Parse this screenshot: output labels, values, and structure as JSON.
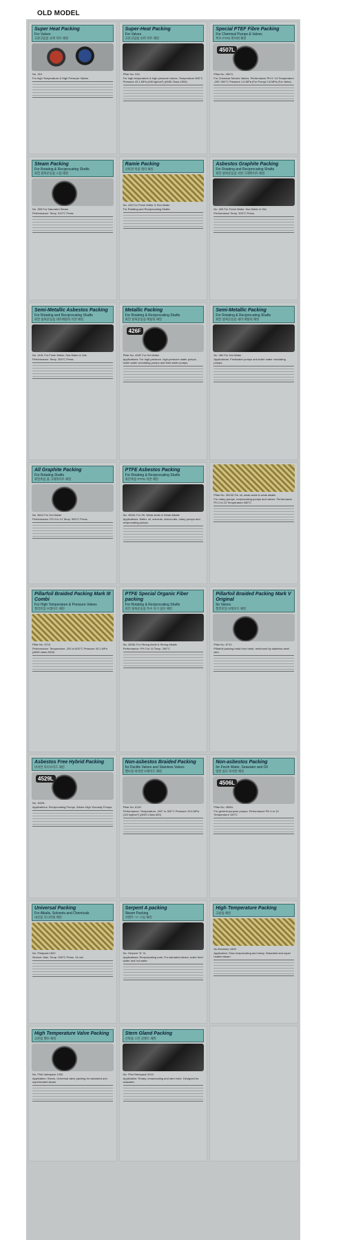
{
  "page": {
    "title": "OLD MODEL"
  },
  "rows": [
    [
      {
        "title": "Super Heat Packing",
        "sub": "For Valves",
        "jp": "고온고압용 슈퍼 히트 패킹",
        "no": "No. 315",
        "badge": "",
        "img": "rings",
        "body": "For high Temperature & High Pressure Valves"
      },
      {
        "title": "Super-Heat Packing",
        "sub": "For Valves",
        "jp": "고온고압용 슈퍼 히트 패킹",
        "no": "Pillar No. 315",
        "badge": "",
        "img": "dark",
        "body": "For high temperature & high pressure valves. Temperature 650°C  Pressure 43.1 MPa (440 kgf/cm²) (ANSI Class 1500)"
      },
      {
        "title": "Special PTEF Fibre Packing",
        "sub": "For Chemical Pumps & Valves",
        "jp": "특수 PTFE 파이버 패킹",
        "no": "Pillar No. 4507L",
        "badge": "4507L",
        "img": "black",
        "body": "For Chemical Service Valves. Performance PH 0~14  Temperature -200~260°C  Pressure 1.6 MPa (For Pump) 9.8 MPa (For Valve)"
      }
    ],
    [
      {
        "title": "Steam Packing",
        "sub": "For Rotating & Reciprocating Shafts",
        "jp": "회전 왕복운동용 스팀 패킹",
        "no": "No. 355 For Saturated Steam",
        "badge": "",
        "img": "black",
        "body": "Performance: Temp. 310°C  Press."
      },
      {
        "title": "Ramie Packing",
        "sub": "",
        "jp": "선박관 축용 래미 패킹",
        "no": "No. 426 For Fresh Water & Sea Water",
        "badge": "",
        "img": "rope",
        "body": "For Rotating and Reciprocating Shafts"
      },
      {
        "title": "Asbestos Graphite Packing",
        "sub": "For Rotating and Reciprocating Shafts",
        "jp": "회전 왕복운동용 석면 그래파이트 패킹",
        "no": "No. 405 For Fresh Water, Sea Water & Oils",
        "badge": "",
        "img": "dark",
        "body": "Performance Temp. 300°C  Press."
      }
    ],
    [
      {
        "title": "Semi-Metallic Asbestos Packing",
        "sub": "For Rotating and Reciprocating Shafts",
        "jp": "회전 왕복운동용 세미메탈릭 석면 패킹",
        "no": "No. 410L For Fresh Water, Sea Water & Oils",
        "badge": "",
        "img": "dark",
        "body": "Performance: Temp. 300°C  Press."
      },
      {
        "title": "Metallic Packing",
        "sub": "For Rotating & Reciprocating Shafts",
        "jp": "회전 왕복운동용 메탈릭 패킹",
        "no": "Pillar No. 426F For Hot Water",
        "badge": "426F",
        "img": "black",
        "body": "Applications: For high-pressure, high-pressure water pumps, boiler water circulating pumps and feed water pumps."
      },
      {
        "title": "Semi-Metallic Packing",
        "sub": "For Rotating & Reciprocating Shafts",
        "jp": "회전 왕복운동용 세미 메탈릭 패킹",
        "no": "No. 460 For Hot Water",
        "badge": "",
        "img": "dark",
        "body": "Applications: Feedwater pumps and boiler water circulating pumps."
      }
    ],
    [
      {
        "title": "All Graphite Packing",
        "sub": "For Rotating Shafts",
        "jp": "회전축용 올 그래파이트 패킹",
        "no": "No. 6610 For Hot Water",
        "badge": "",
        "img": "black",
        "body": "Performance: PH 0 to 14  Temp. 500°C  Press."
      },
      {
        "title": "PTFE Asbestos Packing",
        "sub": "For Rotating & Reciprocating Shafts",
        "jp": "회전축용 PTFE 석면 패킹",
        "no": "No. 4503L For Oil, Weak Acids & Weak Alkalis",
        "badge": "",
        "img": "dark",
        "body": "Applications: Water, oil, solvents, chemi-cals, rotary pumps and reciprocating pumps."
      },
      {
        "title": "",
        "sub": "",
        "jp": "",
        "no": "Pillar No. 4513D For oil, weak acids & weak alkalis",
        "badge": "",
        "img": "rope",
        "body": "For rotary pumps, reciprocating pumps and valves. Performance PH 2 to 13  Temperature 260°C"
      }
    ],
    [
      {
        "title": "Pillarfoil Braided Packing Mark III Combi",
        "sub": "For High Temperature & Pressure Valves",
        "jp": "필라포일 브레이드 패킹",
        "no": "Pillar No. 6710",
        "badge": "",
        "img": "rope",
        "body": "Performance: Temperature -200 to 600°C  Pressure 43.1 MPa (ANSI class 2500)"
      },
      {
        "title": "PTFE Special Organic Fiber packing",
        "sub": "For Rotating & Reciprocating Shafts",
        "jp": "회전 왕복운동용 특수 유기 섬유 패킹",
        "no": "No. 4505L For Strong Acids & Strong Alkalis",
        "badge": "",
        "img": "dark",
        "body": "Performance: PH 0 to 14  Temp. 260°C"
      },
      {
        "title": "Pillarfoil Braided Packing Mark V Original",
        "sub": "for Valves",
        "jp": "필라포일 브레이드 패킹",
        "no": "Pillar No. 6710",
        "badge": "",
        "img": "black",
        "body": "Pillarfoil packing braid from braid, reinforced by stainless steel wire."
      }
    ],
    [
      {
        "title": "Asbestos Free Hybrid Packing",
        "sub": "",
        "jp": "비석면 하이브리드 패킹",
        "no": "No. 4529L",
        "badge": "4529L",
        "img": "black",
        "body": "Applications: Reciprocating Pumps, Wears High Viscosity Pumps."
      },
      {
        "title": "Non-asbestos Braided Packing",
        "sub": "for Ductile Valves and Stainless Valves",
        "jp": "밸브용 비석면 브레이드 패킹",
        "no": "Pillar No. 6118",
        "badge": "",
        "img": "black",
        "body": "Performance: Temperature -200° to 300°C  Pressure 10.8 MPa (110 kgf/cm²) (ANSI Class 600)"
      },
      {
        "title": "Non-asbestos Packing",
        "sub": "for Fresh Water, Seawater and Oil",
        "jp": "일반 용도 비석면 패킹",
        "no": "Pillar No. 4506L",
        "badge": "4506L",
        "img": "black",
        "body": "For general purpose pumps. Performance PH 4 to 10  Temperature 100°C"
      }
    ],
    [
      {
        "title": "Universal Packing",
        "sub": "For Alkalis, Solvents and Chemicals",
        "jp": "내산용 유니버셜 패킹",
        "no": "No. Pilotpack 1822",
        "badge": "",
        "img": "rope",
        "body": "Service: Max. Temp. 250°C  Press. 14 m/s"
      },
      {
        "title": "Serpent A packing",
        "sub": "Steam Packing",
        "jp": "서펜트 \"A\" 스팀 패킹",
        "no": "No. Serpent \"A\" 11",
        "badge": "",
        "img": "dark",
        "body": "Applications: Reciprocating rods. For saturated steam, boiler feed water and hot water."
      },
      {
        "title": "High Temperature Packing",
        "sub": "",
        "jp": "고온용 패킹",
        "no": "No.Excelsior 1500",
        "badge": "",
        "img": "rope",
        "body": "Application: Slow reciprocating and rotary. Saturated and super heated steam."
      }
    ],
    [
      {
        "title": "High Temperature Valve Packing",
        "sub": "",
        "jp": "고온용 밸브 패킹",
        "no": "No. Pilot Valvepack 1200",
        "badge": "",
        "img": "black",
        "body": "Application: Stems, Universal valve packing for saturated and superheated steam."
      },
      {
        "title": "Stern Gland Packing",
        "sub": "",
        "jp": "선박용 스턴 글랜드 패킹",
        "no": "No. Pilot Sternpack 2010",
        "badge": "",
        "img": "dark",
        "body": "Application: Rotary, reciprocating and stern tube. Designed for seawater."
      },
      null
    ]
  ]
}
